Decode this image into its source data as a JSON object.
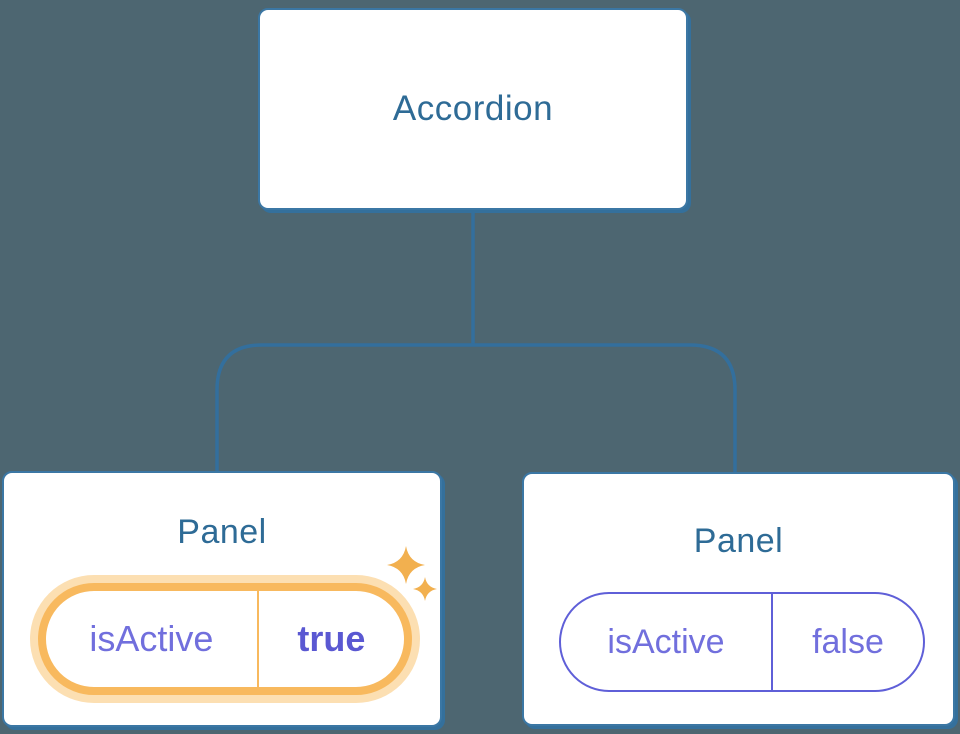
{
  "diagram": {
    "description": "Component tree: Accordion parent passing isActive prop to two Panel children",
    "root": {
      "label": "Accordion"
    },
    "panels": [
      {
        "title": "Panel",
        "prop_name": "isActive",
        "prop_value": "true",
        "state": "active-highlighted"
      },
      {
        "title": "Panel",
        "prop_name": "isActive",
        "prop_value": "false",
        "state": "inactive"
      }
    ],
    "icons": {
      "sparkles": "sparkles-icon"
    },
    "colors": {
      "background": "#4d6671",
      "node_fill": "#ffffff",
      "node_border": "#3b77a4",
      "node_shadow": "#34709c",
      "node_text": "#2e6b96",
      "connector": "#336f9d",
      "prop_text": "#716fdd",
      "prop_value_active": "#5a58d2",
      "active_pill_border": "#f8b95e",
      "active_pill_glow": "#fcdfb2",
      "inactive_pill_border": "#5f5fd8",
      "sparkle": "#f2b04f"
    }
  }
}
